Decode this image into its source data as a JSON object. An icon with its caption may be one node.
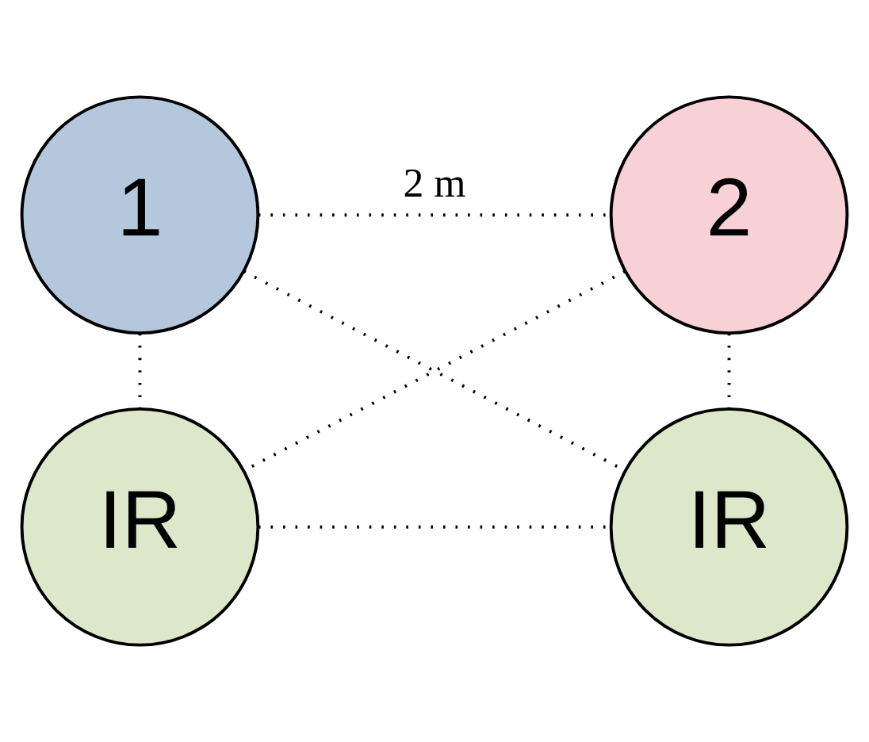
{
  "diagram": {
    "nodes": [
      {
        "text": [
          "1"
        ]
      },
      {
        "text": [
          "2"
        ]
      },
      {
        "text": [
          "IR"
        ]
      },
      {
        "text": [
          "IR"
        ]
      }
    ],
    "edges": [
      {
        "from": 0,
        "to": 1,
        "arrow": "none",
        "label": "2 m"
      },
      {
        "from": 0,
        "to": 2,
        "arrow": "none"
      },
      {
        "from": 1,
        "to": 3,
        "arrow": "none"
      },
      {
        "from": 0,
        "to": 3,
        "arrow": "none"
      },
      {
        "from": 1,
        "to": 2,
        "arrow": "none"
      },
      {
        "from": 2,
        "to": 3,
        "arrow": "none"
      }
    ]
  }
}
